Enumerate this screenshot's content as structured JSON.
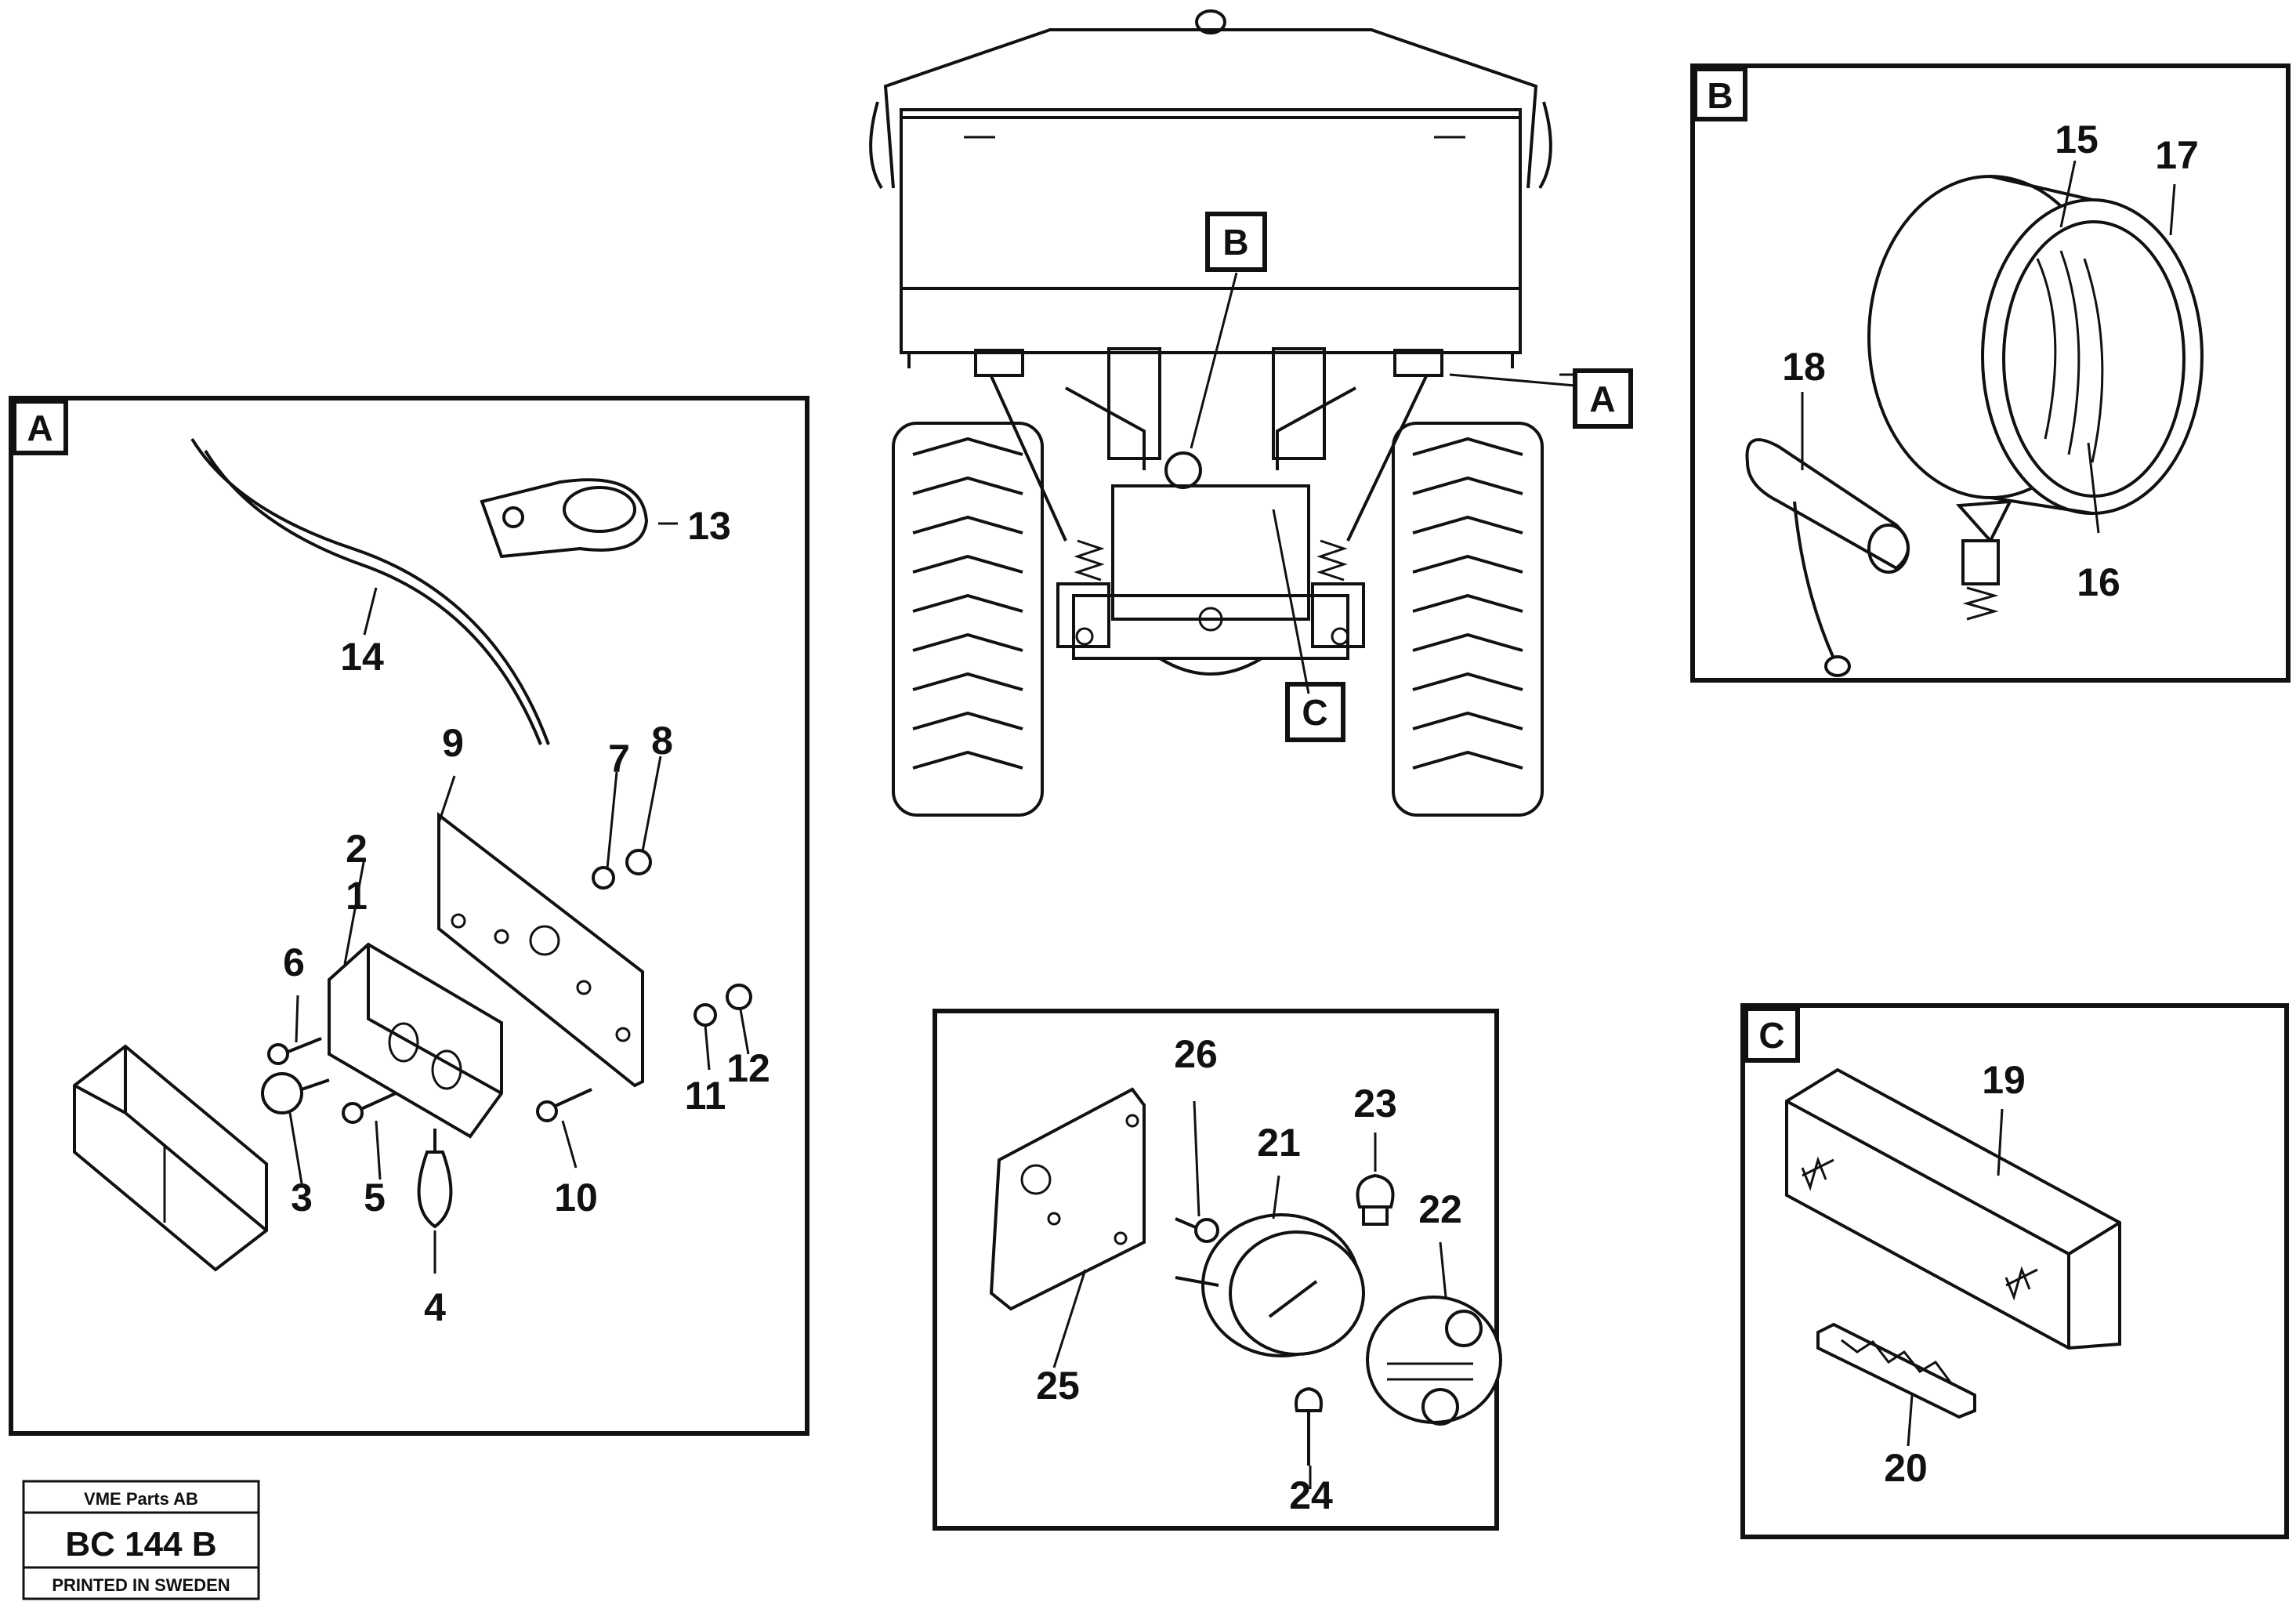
{
  "sections": {
    "A": "A",
    "B": "B",
    "C": "C"
  },
  "callouts": {
    "B": "B",
    "A": "A",
    "C": "C"
  },
  "parts": {
    "p1": "1",
    "p2": "2",
    "p3": "3",
    "p4": "4",
    "p5": "5",
    "p6": "6",
    "p7": "7",
    "p8": "8",
    "p9": "9",
    "p10": "10",
    "p11": "11",
    "p12": "12",
    "p13": "13",
    "p14": "14",
    "p15": "15",
    "p16": "16",
    "p17": "17",
    "p18": "18",
    "p19": "19",
    "p20": "20",
    "p21": "21",
    "p22": "22",
    "p23": "23",
    "p24": "24",
    "p25": "25",
    "p26": "26"
  },
  "stamp": {
    "company": "VME Parts AB",
    "code": "BC 144 B",
    "printed": "PRINTED IN SWEDEN"
  }
}
